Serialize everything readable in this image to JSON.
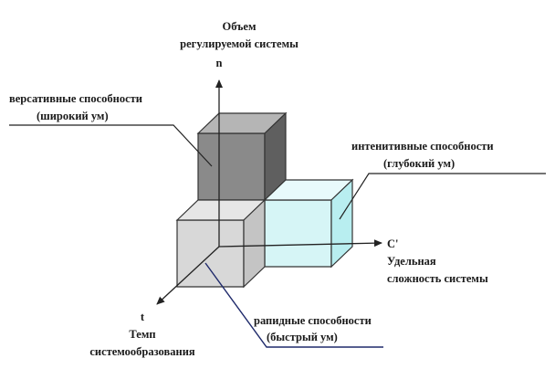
{
  "axis_n": {
    "line1": "Объем",
    "line2": "регулируемой системы",
    "symbol": "n"
  },
  "axis_c": {
    "symbol": "C'",
    "line1": "Удельная",
    "line2": "сложность системы"
  },
  "axis_t": {
    "symbol": "t",
    "line1": "Темп",
    "line2": "системообразования"
  },
  "labels": {
    "versatile": {
      "line1": "версативные способности",
      "line2": "(широкий ум)"
    },
    "intensive": {
      "line1": "интенитивные способности",
      "line2": "(глубокий ум)"
    },
    "rapid": {
      "line1": "рапидные способности",
      "line2": "(быстрый ум)"
    }
  },
  "colors": {
    "cube_top": "#7a7a7a",
    "cube_right": "#bfeef0",
    "cube_front": "#d2d2d2",
    "edge": "#333333",
    "underline": "#1f2a6b"
  }
}
